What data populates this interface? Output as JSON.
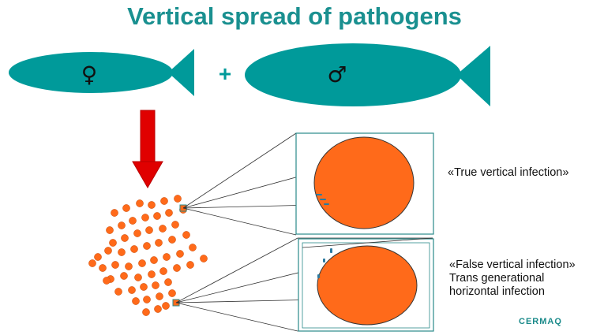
{
  "title": "Vertical spread of pathogens",
  "female_symbol": "♀",
  "plus_symbol": "+",
  "male_symbol": "♂",
  "label_true": "«True vertical infection»",
  "label_false_lines": [
    "«False vertical infection»",
    "Trans generational",
    "horizontal infection"
  ],
  "logo_text": "CERMAQ",
  "colors": {
    "fish": "#009a9a",
    "egg": "#ff6a1a",
    "arrow": "#e00000",
    "title": "#1a9090",
    "pathogen": "#2a7aa0"
  }
}
